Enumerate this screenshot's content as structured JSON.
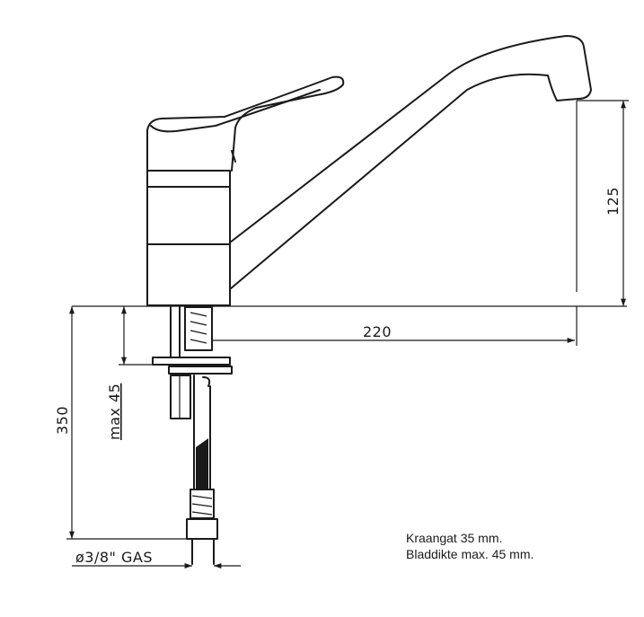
{
  "dimensions": {
    "spout_height": "125",
    "spout_reach": "220",
    "hose_length": "350",
    "deck_thickness": "max 45",
    "thread": "ø3/8\" GAS"
  },
  "notes": {
    "line1": "Kraangat 35 mm.",
    "line2": "Bladdikte max. 45 mm."
  }
}
